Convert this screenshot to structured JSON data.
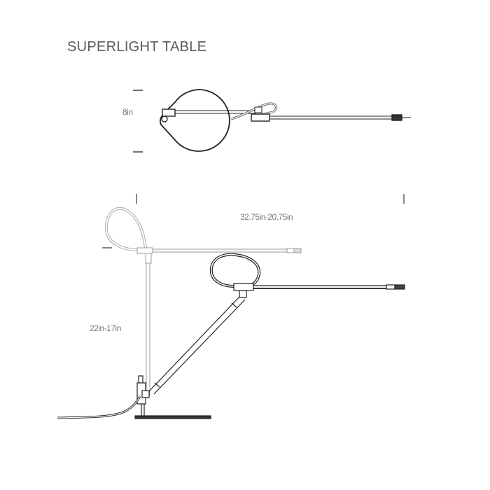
{
  "title": "SUPERLIGHT TABLE",
  "dimensions": {
    "top_view_height": "8in",
    "reach": "32.75in-20.75in",
    "height": "22in-17in"
  }
}
